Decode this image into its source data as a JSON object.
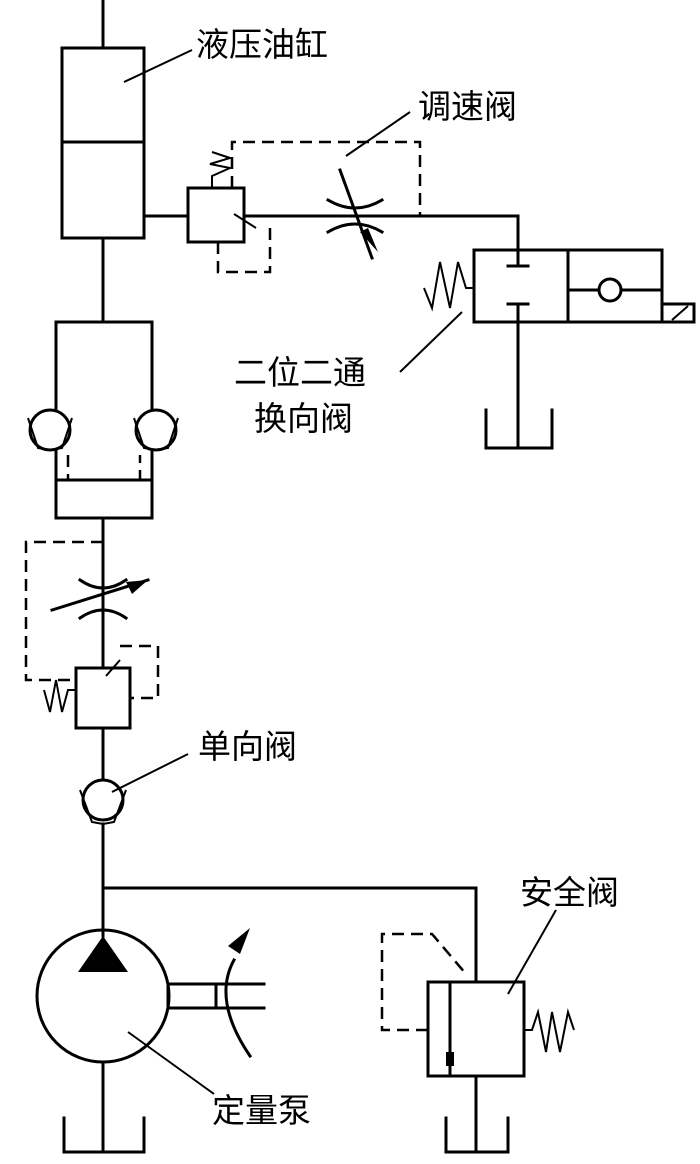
{
  "labels": {
    "cylinder": "液压油缸",
    "speed_valve": "调速阀",
    "directional_valve_line1": "二位二通",
    "directional_valve_line2": "换向阀",
    "check_valve": "单向阀",
    "safety_valve": "安全阀",
    "pump": "定量泵"
  }
}
